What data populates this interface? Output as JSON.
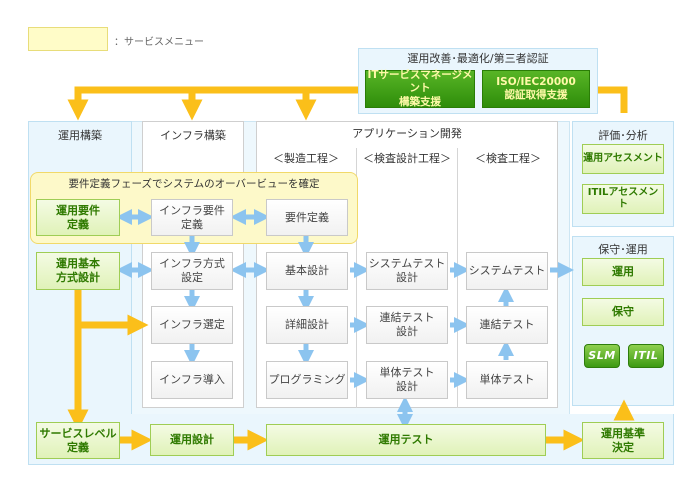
{
  "legend": {
    "text": "：サービスメニュー",
    "swatch": "#fffcc8"
  },
  "top": {
    "title": "運用改善･最適化/第三者認証",
    "btn1": "ITサービスマネージメント\n構築支援",
    "btn2": "ISO/IEC20000\n認証取得支援"
  },
  "col_ops_build": {
    "title": "運用構築",
    "req": "運用要件\n定義",
    "basic": "運用基本\n方式設計",
    "slv": "サービスレベル\n定義"
  },
  "col_infra": {
    "title": "インフラ構築",
    "items": [
      "インフラ要件\n定義",
      "インフラ方式\n設定",
      "インフラ選定",
      "インフラ導入"
    ]
  },
  "col_app": {
    "title": "アプリケーション開発",
    "sub": [
      "＜製造工程＞",
      "＜検査設計工程＞",
      "＜検査工程＞"
    ],
    "mfg": [
      "要件定義",
      "基本設計",
      "詳細設計",
      "プログラミング"
    ],
    "tdesign": [
      "システムテスト\n設計",
      "連結テスト\n設計",
      "単体テスト\n設計"
    ],
    "test": [
      "システムテスト",
      "連結テスト",
      "単体テスト"
    ]
  },
  "highlight": "要件定義フェーズでシステムのオーバービューを確定",
  "eval": {
    "title": "評価･分析",
    "a": "運用アセスメント",
    "b": "ITILアセスメント"
  },
  "maint": {
    "title": "保守･運用",
    "a": "運用",
    "b": "保守",
    "badges": [
      "SLM",
      "ITIL"
    ]
  },
  "bottom": {
    "design": "運用設計",
    "test": "運用テスト",
    "std": "運用基準\n決定"
  },
  "colors": {
    "orange": "#fbbf1a",
    "blue_arrow": "#8cc4ef",
    "green_text": "#2f7a00"
  }
}
